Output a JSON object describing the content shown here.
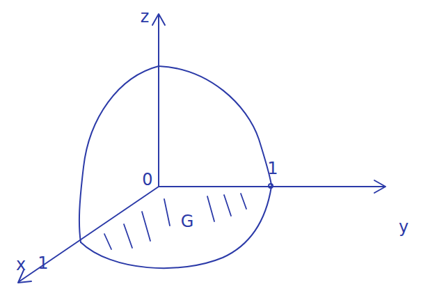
{
  "diagram": {
    "labels": [
      "z",
      "0",
      "1",
      "y",
      "x",
      "1",
      "G"
    ]
  }
}
